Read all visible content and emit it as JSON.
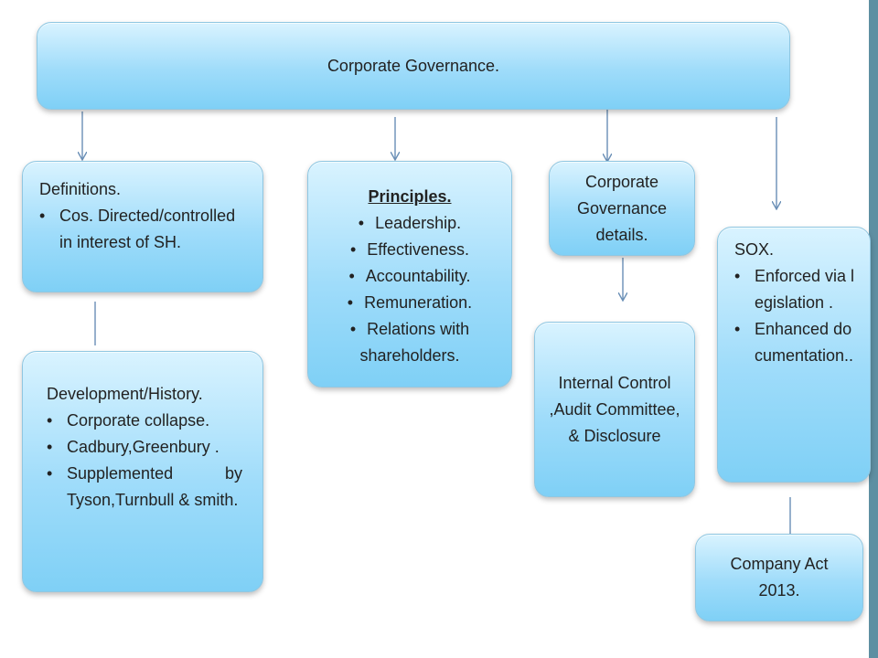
{
  "root": {
    "title": "Corporate Governance."
  },
  "definitions": {
    "heading": "Definitions.",
    "items": [
      "Cos. Directed/controlled in interest of SH."
    ]
  },
  "development": {
    "heading": "Development/History.",
    "items": [
      "Corporate collapse.",
      "Cadbury,Greenbury .",
      "Supplemented by Tyson,Turnbull & smith."
    ]
  },
  "principles": {
    "heading": "Principles.",
    "items": [
      "Leadership.",
      "Effectiveness.",
      "Accountability.",
      "Remuneration.",
      "Relations with shareholders."
    ]
  },
  "details": {
    "title": "Corporate Governance details."
  },
  "internal_control": {
    "title": "Internal Control ,Audit Committee, & Disclosure"
  },
  "sox": {
    "heading": "SOX.",
    "items": [
      "Enforced via legislation .",
      "Enhanced documentation.."
    ]
  },
  "company_act": {
    "title": "Company Act 2013."
  },
  "colors": {
    "connector": "#6a8fb6",
    "node_fill": "#9fdcfa",
    "frame": "#5e8fa2"
  }
}
